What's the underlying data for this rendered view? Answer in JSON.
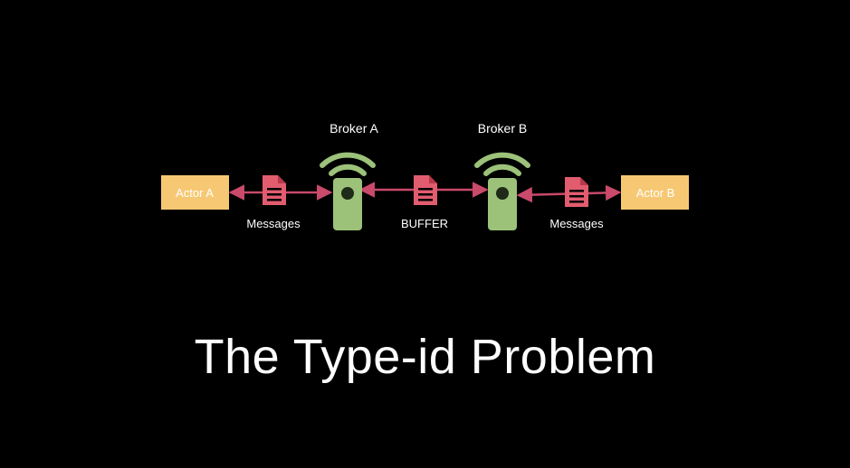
{
  "slide": {
    "title": "The Type-id Problem"
  },
  "diagram": {
    "actors": {
      "a": "Actor A",
      "b": "Actor B"
    },
    "brokers": {
      "a": "Broker A",
      "b": "Broker B"
    },
    "links": {
      "left": "Messages",
      "middle": "BUFFER",
      "right": "Messages"
    },
    "icons": {
      "broker": "wifi-router-icon",
      "message": "document-icon"
    }
  },
  "colors": {
    "background": "#000000",
    "actor_fill": "#f7c873",
    "actor_text": "#ffffff",
    "broker_fill": "#9cc27a",
    "broker_dot": "#1f2a18",
    "arrow": "#c94a6a",
    "document": "#e25c6f",
    "label_text": "#ffffff"
  }
}
